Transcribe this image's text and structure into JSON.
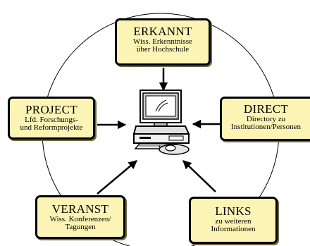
{
  "nodes": {
    "erkannt": {
      "title": "ERKANNT",
      "lines": [
        "Wiss. Erkenntnisse",
        "über Hochschule"
      ]
    },
    "project": {
      "title": "PROJECT",
      "lines": [
        "Lfd. Forschungs-",
        "und Reformprojekte"
      ]
    },
    "direct": {
      "title": "DIRECT",
      "lines": [
        "Directory zu",
        "Institutionen/Personen"
      ]
    },
    "veranst": {
      "title": "VERANST",
      "lines": [
        "Wiss. Konferenzen/",
        "Tagungen"
      ]
    },
    "links": {
      "title": "LINKS",
      "lines": [
        "zu weiteren",
        "Informationen"
      ]
    }
  },
  "center": {
    "icon": "desktop-computer-icon"
  },
  "colors": {
    "box_fill": "#fbf4b4",
    "border": "#000000",
    "shadow": "#6e6a40"
  }
}
